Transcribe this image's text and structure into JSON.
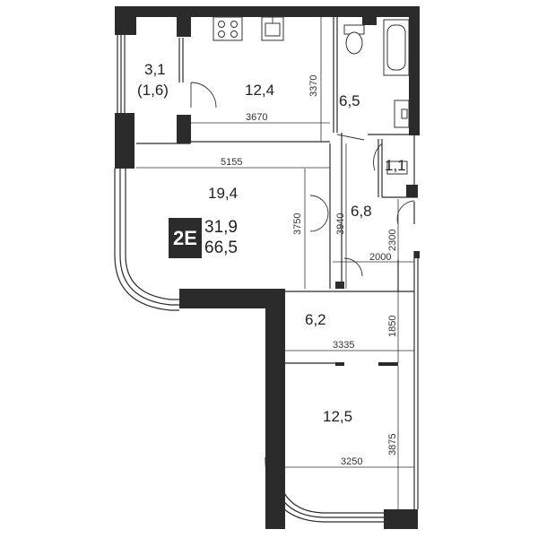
{
  "badge": {
    "code": "2E",
    "living_area": "31,9",
    "total_area": "66,5"
  },
  "rooms": {
    "loggia": {
      "area": "3,1",
      "reduced_area": "(1,6)"
    },
    "kitchen": {
      "area": "12,4"
    },
    "bathroom": {
      "area": "6,5"
    },
    "wc": {
      "area": "1,1"
    },
    "hall": {
      "area": "6,8"
    },
    "living_room": {
      "area": "19,4"
    },
    "corridor": {
      "area": "6,2"
    },
    "bedroom": {
      "area": "12,5"
    }
  },
  "dimensions": {
    "kitchen_height": "3370",
    "kitchen_width": "3670",
    "living_width": "5155",
    "living_height": "3750",
    "hall_height": "3940",
    "wc_height": "2300",
    "hall_width": "2000",
    "corridor_height": "1850",
    "corridor_width": "3335",
    "bedroom_height": "3875",
    "bedroom_width": "3250"
  },
  "icons": [
    "stove-icon",
    "sink-icon",
    "toilet-icon",
    "bathtub-icon",
    "washbasin-icon",
    "door-swing-icon"
  ]
}
